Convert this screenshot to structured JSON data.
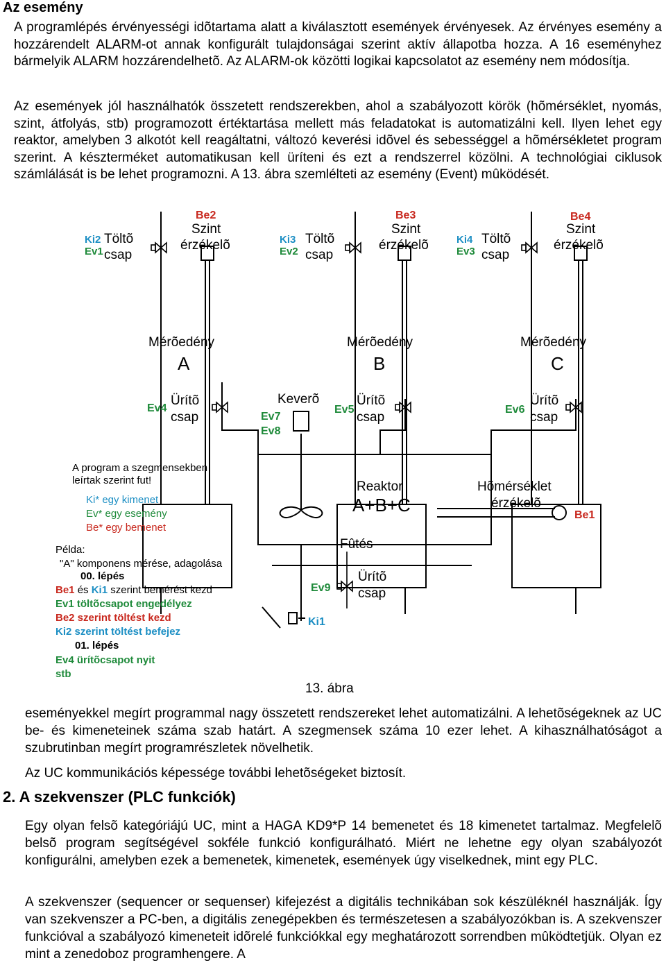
{
  "section_title": "Az esemény",
  "para1": "A programlépés érvényességi idõtartama alatt a kiválasztott események érvényesek. Az érvényes esemény a hozzárendelt ALARM-ot annak konfigurált tulajdonságai szerint aktív állapotba hozza. A 16 eseményhez bármelyik ALARM hozzárendelhetõ. Az ALARM-ok közötti logikai kapcsolatot az esemény nem módosítja.",
  "para2": "Az események jól használhatók összetett rendszerekben, ahol a szabályozott körök (hõmérséklet, nyomás, szint, átfolyás, stb) programozott értéktartása mellett más feladatokat is automatizálni kell. Ilyen lehet egy reaktor, amelyben 3 alkotót kell reagáltatni, változó keverési idõvel és sebességgel a hõmérsékletet program szerint. A készterméket automatikusan kell üríteni és ezt a rendszerrel közölni. A technológiai ciklusok számlálását is be lehet programozni. A 13. ábra szemlélteti az esemény (Event) mûködését.",
  "diagram": {
    "tanks": [
      {
        "ki": "Ki2",
        "ev_in": "Ev1",
        "be": "Be2",
        "mero": "Mérõedény",
        "letter": "A",
        "ev_out": "Ev4"
      },
      {
        "ki": "Ki3",
        "ev_in": "Ev2",
        "be": "Be3",
        "mero": "Mérõedény",
        "letter": "B",
        "ev_out": "Ev5"
      },
      {
        "ki": "Ki4",
        "ev_in": "Ev3",
        "be": "Be4",
        "mero": "Mérõedény",
        "letter": "C",
        "ev_out": "Ev6"
      }
    ],
    "tolto1": "Töltõ",
    "tolto2": "csap",
    "szint1": "Szint",
    "szint2": "érzékelõ",
    "urito1": "Ürítõ",
    "urito2": "csap",
    "kevero": "Keverõ",
    "ev7": "Ev7",
    "ev8": "Ev8",
    "reaktor1": "Reaktor",
    "reaktor2": "A+B+C",
    "futes": "Fûtés",
    "homerseklet1": "Hõmérséklet",
    "homerseklet2": "érzékelõ",
    "be1": "Be1",
    "ev9": "Ev9",
    "ki1": "Ki1",
    "caption": "13. ábra",
    "legend": {
      "l1": "A program a szegmensekben",
      "l2": "leírtak szerint fut!",
      "ki": "Ki*  egy kimenet",
      "ev": "Ev* egy esemény",
      "be": "Be* egy bemenet",
      "pelda": "Példa:",
      "komp": "\"A\" komponens mérése, adagolása",
      "step0": "00. lépés",
      "s_be1": "Be1",
      "s_es": " és ",
      "s_ki1": "Ki1",
      "s_rest": " szerint bemérést kezd",
      "ev1": "Ev1 töltõcsapot engedélyez",
      "be2": "Be2 szerint töltést kezd",
      "ki2": "Ki2 szerint töltést befejez",
      "step1": "01. lépés",
      "ev4": "Ev4 ürítõcsapot nyit",
      "stb": "stb"
    }
  },
  "para3": "eseményekkel megírt programmal nagy összetett rendszereket lehet automatizálni. A lehetõségeknek az UC be- és kimeneteinek száma szab határt. A szegmensek száma 10 ezer lehet. A kihasználhatóságot a szubrutinban megírt programrészletek növelhetik.",
  "para4": "Az UC kommunikációs képessége további lehetõségeket biztosít.",
  "section2_title": "2.  A szekvenszer (PLC funkciók)",
  "para5": "Egy olyan felsõ kategóriájú UC, mint a HAGA KD9*P 14 bemenetet és 18 kimenetet tartalmaz. Megfelelõ belsõ program segítségével sokféle funkció konfigurálható. Miért ne lehetne egy olyan szabályozót konfigurálni, amelyben ezek a bemenetek, kimenetek, események úgy viselkednek, mint egy PLC.",
  "para6": "A szekvenszer (sequencer or sequenser) kifejezést a digitális technikában sok készüléknél használják. Így van szekvenszer a PC-ben, a digitális zenegépekben és természetesen a szabályozókban is. A szekvenszer funkcióval a szabályozó kimeneteit idõrelé funkciókkal egy meghatározott sorrendben mûködtetjük. Olyan ez mint a zenedoboz programhengere. A"
}
